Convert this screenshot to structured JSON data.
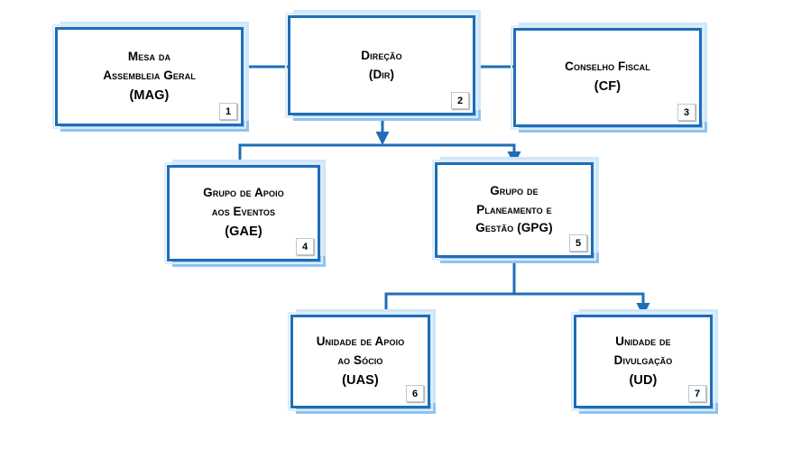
{
  "diagram": {
    "line_color": "#1f6db8",
    "nodes": [
      {
        "id": "mag",
        "lines": [
          "Mesa da",
          "Assembleia Geral"
        ],
        "abbr": "(MAG)",
        "number": "1"
      },
      {
        "id": "dir",
        "lines": [
          "Direção"
        ],
        "abbr": "(Dir)",
        "number": "2"
      },
      {
        "id": "cf",
        "lines": [
          "Conselho Fiscal"
        ],
        "abbr": "(CF)",
        "number": "3"
      },
      {
        "id": "gae",
        "lines": [
          "Grupo de Apoio",
          "aos Eventos"
        ],
        "abbr": "(GAE)",
        "number": "4"
      },
      {
        "id": "gpg",
        "lines": [
          "Grupo de",
          "Planeamento e"
        ],
        "abbr": "Gestão (GPG)",
        "number": "5"
      },
      {
        "id": "uas",
        "lines": [
          "Unidade de Apoio",
          "ao Sócio"
        ],
        "abbr": "(UAS)",
        "number": "6"
      },
      {
        "id": "ud",
        "lines": [
          "Unidade de",
          "Divulgação"
        ],
        "abbr": "(UD)",
        "number": "7"
      }
    ]
  }
}
